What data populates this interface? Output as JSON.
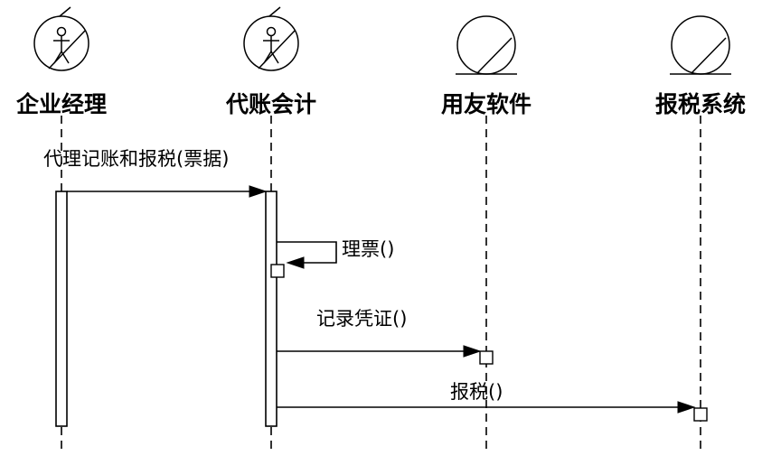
{
  "participants": [
    {
      "id": "manager",
      "label": "企业经理",
      "kind": "actor"
    },
    {
      "id": "accountant",
      "label": "代账会计",
      "kind": "actor"
    },
    {
      "id": "yonyou",
      "label": "用友软件",
      "kind": "entity"
    },
    {
      "id": "tax",
      "label": "报税系统",
      "kind": "entity"
    }
  ],
  "messages": [
    {
      "id": "msg1",
      "from": "manager",
      "to": "accountant",
      "label": "代理记账和报税(票据)"
    },
    {
      "id": "msg2",
      "from": "accountant",
      "to": "accountant",
      "label": "理票()"
    },
    {
      "id": "msg3",
      "from": "accountant",
      "to": "yonyou",
      "label": "记录凭证()"
    },
    {
      "id": "msg4",
      "from": "accountant",
      "to": "tax",
      "label": "报税()"
    }
  ]
}
